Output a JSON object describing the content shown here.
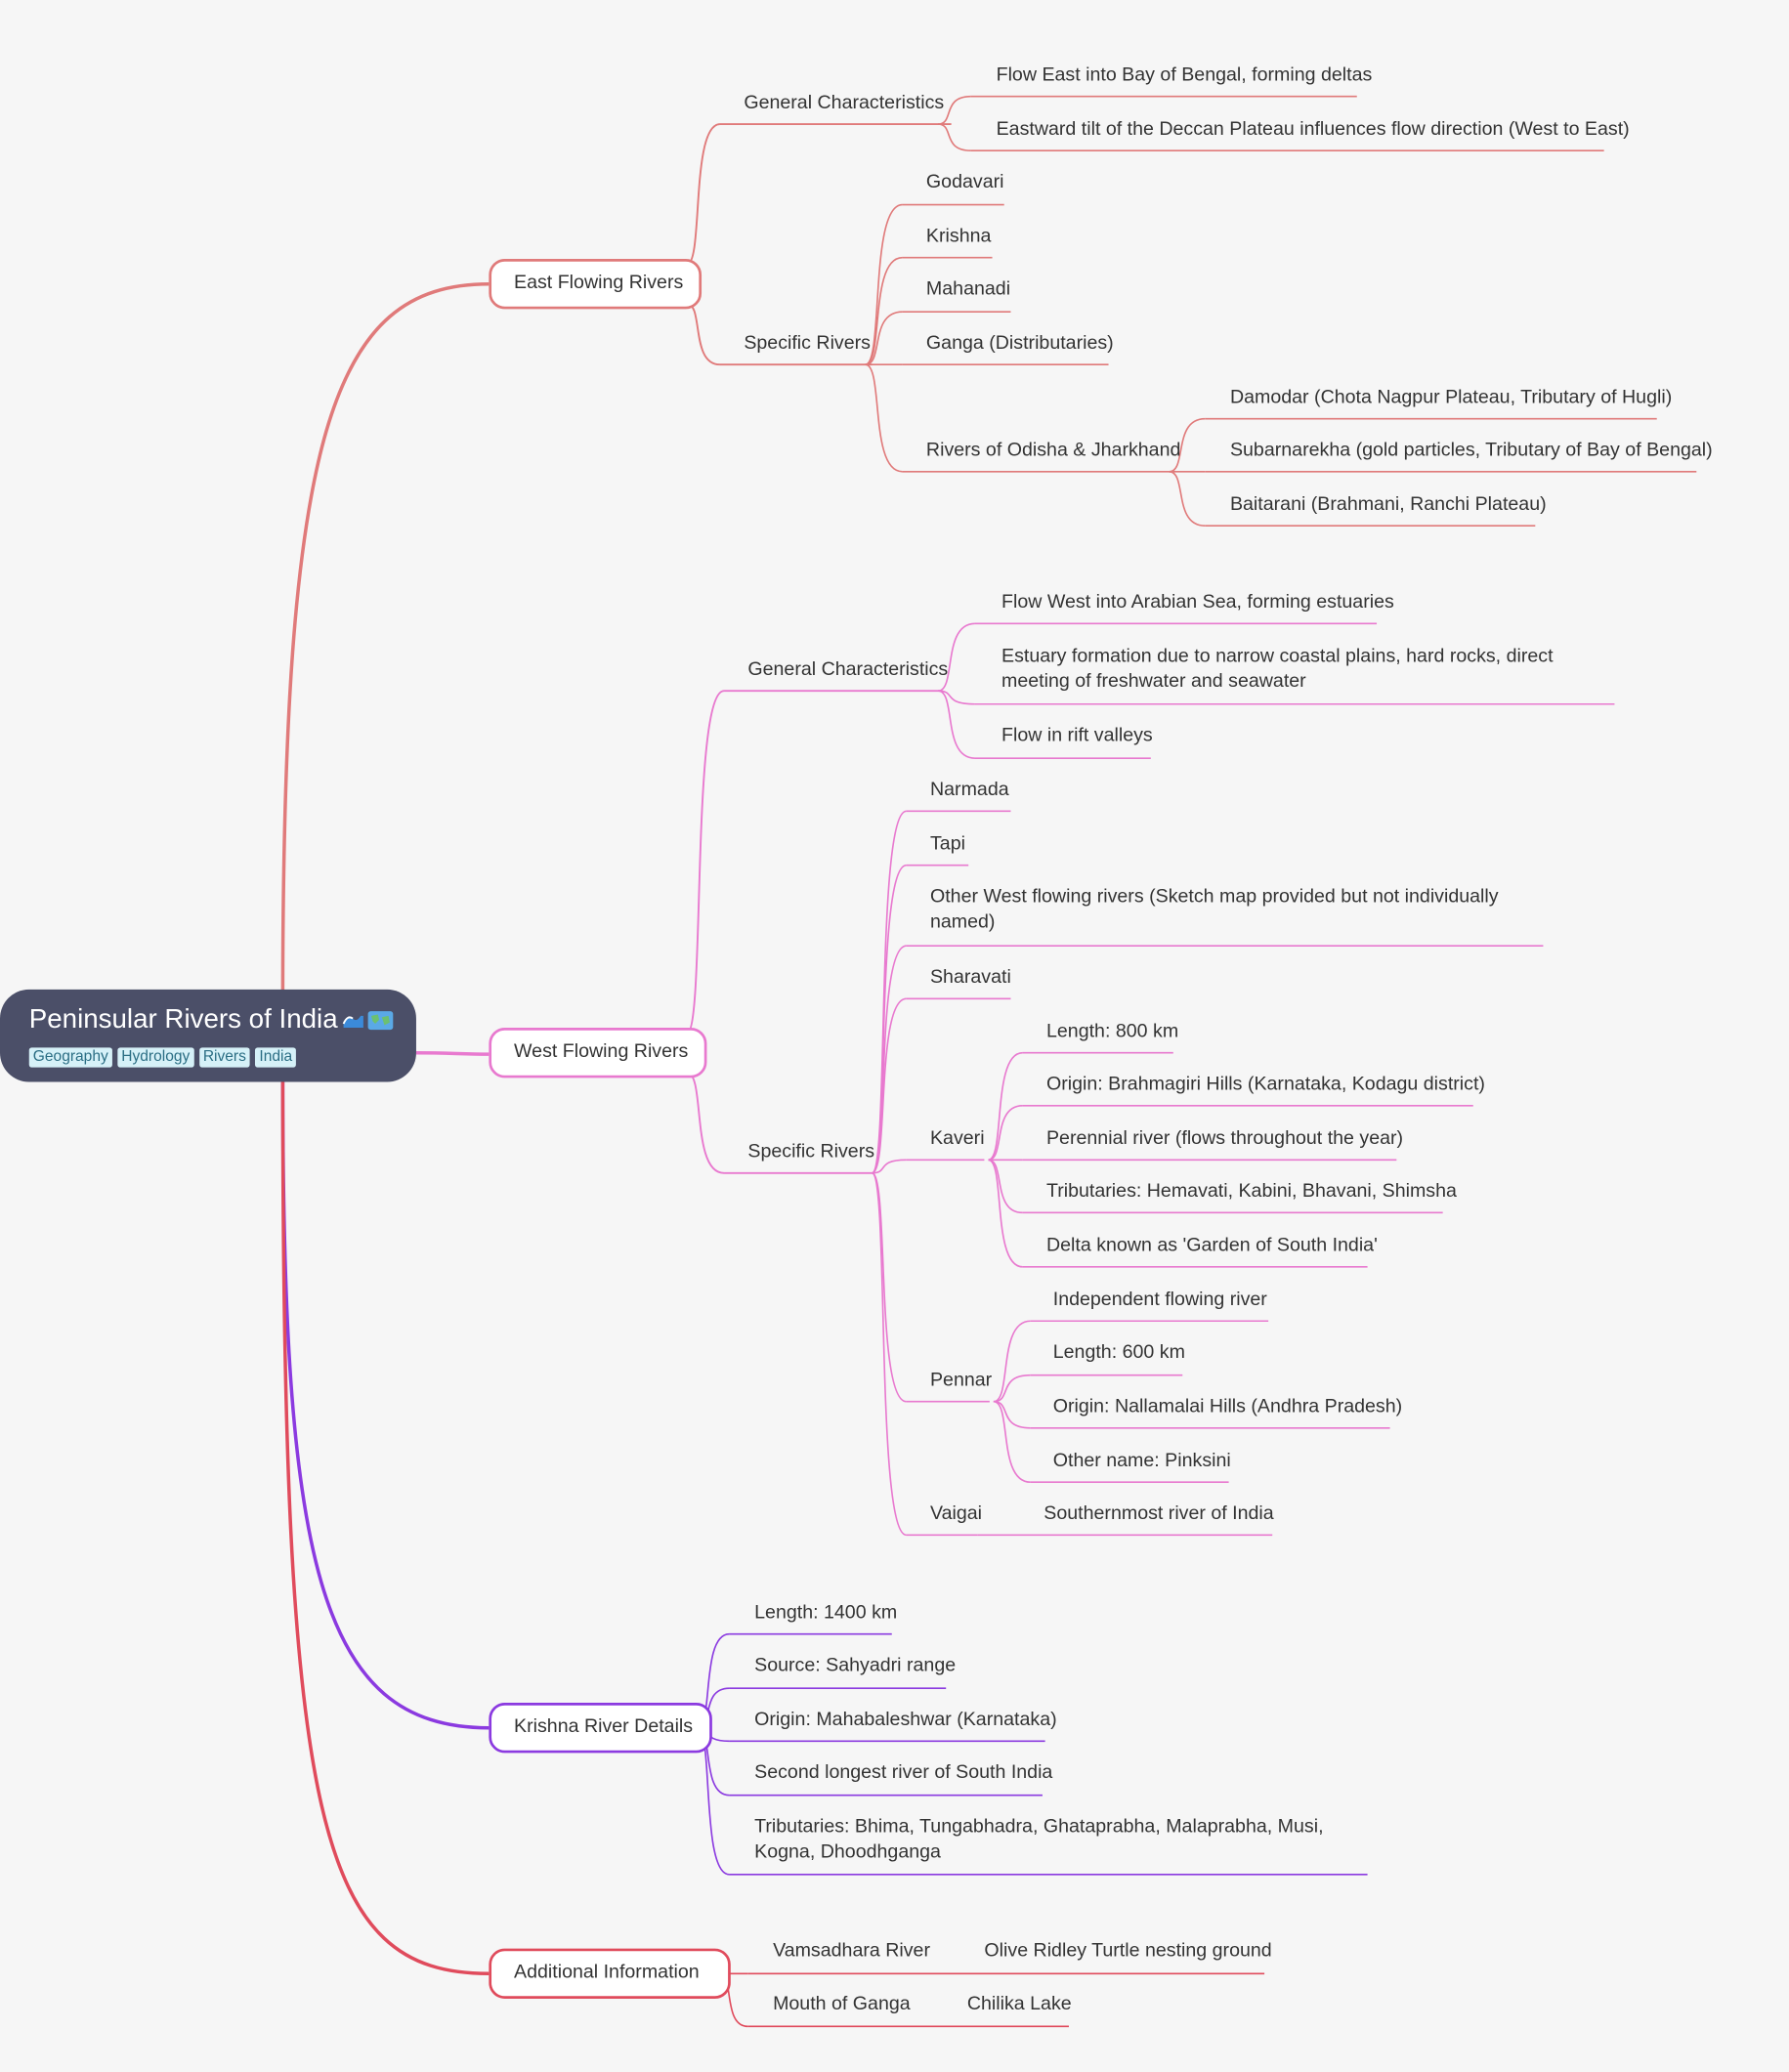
{
  "root": {
    "title": "Peninsular Rivers of India",
    "icons": [
      "wave-emoji-icon",
      "world-map-emoji-icon"
    ],
    "tags": [
      "Geography",
      "Hydrology",
      "Rivers",
      "India"
    ]
  },
  "colors": {
    "root_bg": "#4b4f68",
    "east": "#e07a7a",
    "west": "#e879cf",
    "krishna": "#8b3ae0",
    "additional": "#e04b5c",
    "tag_bg": "#d6f1f8",
    "background": "#f6f6f6"
  },
  "east": {
    "label": "East Flowing Rivers",
    "general": {
      "label": "General Characteristics",
      "items": [
        "Flow East into Bay of Bengal, forming deltas",
        "Eastward tilt of the Deccan Plateau influences flow direction (West to East)"
      ]
    },
    "specific": {
      "label": "Specific Rivers",
      "items": [
        "Godavari",
        "Krishna",
        "Mahanadi",
        "Ganga (Distributaries)",
        "Rivers of Odisha & Jharkhand"
      ],
      "odisha": [
        "Damodar (Chota Nagpur Plateau, Tributary of Hugli)",
        "Subarnarekha (gold particles, Tributary of Bay of Bengal)",
        "Baitarani (Brahmani, Ranchi Plateau)"
      ]
    }
  },
  "west": {
    "label": "West Flowing Rivers",
    "general": {
      "label": "General Characteristics",
      "items": [
        "Flow West into Arabian Sea, forming estuaries",
        "Estuary formation due to narrow coastal plains, hard rocks, direct meeting of freshwater and seawater",
        "Flow in rift valleys"
      ]
    },
    "specific": {
      "label": "Specific Rivers",
      "items": [
        "Narmada",
        "Tapi",
        "Other West flowing rivers (Sketch map provided but not individually named)",
        "Sharavati",
        "Kaveri",
        "Pennar",
        "Vaigai"
      ],
      "kaveri": [
        "Length: 800 km",
        "Origin: Brahmagiri Hills (Karnataka, Kodagu district)",
        "Perennial river (flows throughout the year)",
        "Tributaries: Hemavati, Kabini, Bhavani, Shimsha",
        "Delta known as 'Garden of South India'"
      ],
      "pennar": [
        "Independent flowing river",
        "Length: 600 km",
        "Origin: Nallamalai Hills (Andhra Pradesh)",
        "Other name: Pinksini"
      ],
      "vaigai": [
        "Southernmost river of India"
      ]
    }
  },
  "krishna": {
    "label": "Krishna River Details",
    "items": [
      "Length: 1400 km",
      "Source: Sahyadri range",
      "Origin: Mahabaleshwar (Karnataka)",
      "Second longest river of South India",
      "Tributaries: Bhima, Tungabhadra, Ghataprabha, Malaprabha, Musi, Kogna, Dhoodhganga"
    ]
  },
  "additional": {
    "label": "Additional Information",
    "items": [
      "Vamsadhara River",
      "Mouth of Ganga"
    ],
    "details": [
      "Olive Ridley Turtle nesting ground",
      "Chilika Lake"
    ]
  }
}
